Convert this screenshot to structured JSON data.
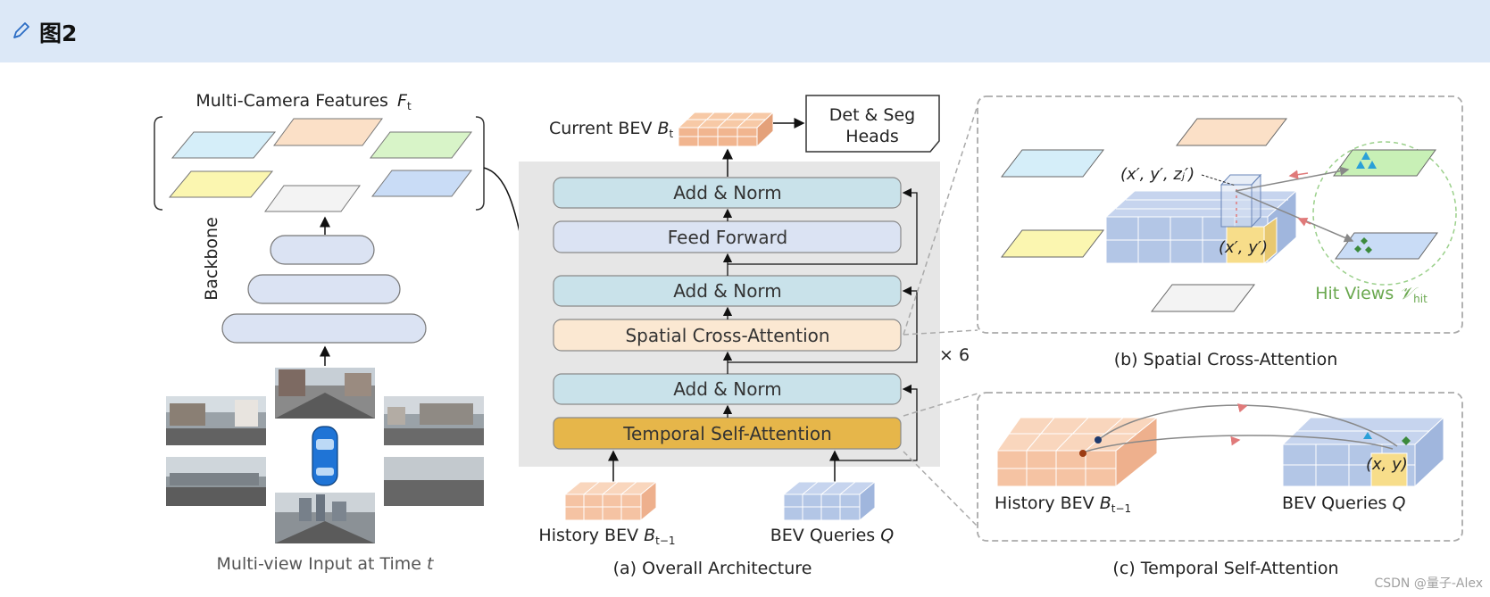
{
  "header": {
    "title": "图2",
    "icon": "pencil-icon",
    "bg_color": "#dce8f7"
  },
  "figure": {
    "left": {
      "features_title": "Multi-Camera Features",
      "features_symbol": "F",
      "features_sub": "t",
      "backbone_label": "Backbone",
      "input_caption": "Multi-view Input at Time",
      "input_caption_symbol": "t"
    },
    "middle": {
      "current_bev": "Current BEV",
      "current_bev_symbol": "B",
      "current_bev_sub": "t",
      "heads_line1": "Det & Seg",
      "heads_line2": "Heads",
      "layers": {
        "add_norm_top": "Add & Norm",
        "feed_forward": "Feed Forward",
        "add_norm_mid": "Add & Norm",
        "spatial_ca": "Spatial Cross-Attention",
        "add_norm_low": "Add & Norm",
        "temporal_sa": "Temporal Self-Attention"
      },
      "repeat": "× 6",
      "history_bev": "History BEV",
      "history_symbol": "B",
      "history_sub": "t−1",
      "bev_queries": "BEV Queries",
      "bev_queries_symbol": "Q",
      "caption": "(a) Overall Architecture"
    },
    "right_top": {
      "ref_point_3d": "(x′, y′, zⱼ′)",
      "ref_point_2d": "(x′, y′)",
      "hit_views": "Hit Views",
      "hit_views_symbol": "𝒱",
      "hit_views_sub": "hit",
      "caption": "(b) Spatial Cross-Attention"
    },
    "right_bottom": {
      "history_bev": "History BEV",
      "history_symbol": "B",
      "history_sub": "t−1",
      "bev_queries": "BEV Queries",
      "bev_queries_symbol": "Q",
      "point": "(x, y)",
      "caption": "(c) Temporal Self-Attention"
    }
  },
  "watermark": "CSDN @量子-Alex",
  "colors": {
    "layer_blue": "#c9e2ea",
    "feed_forward": "#dbe3f3",
    "spatial": "#fbe8d2",
    "temporal": "#e6b64a",
    "bev_orange": "#f1b58f",
    "bev_blue": "#b3c6e6",
    "hit_green": "#6aa84f"
  }
}
